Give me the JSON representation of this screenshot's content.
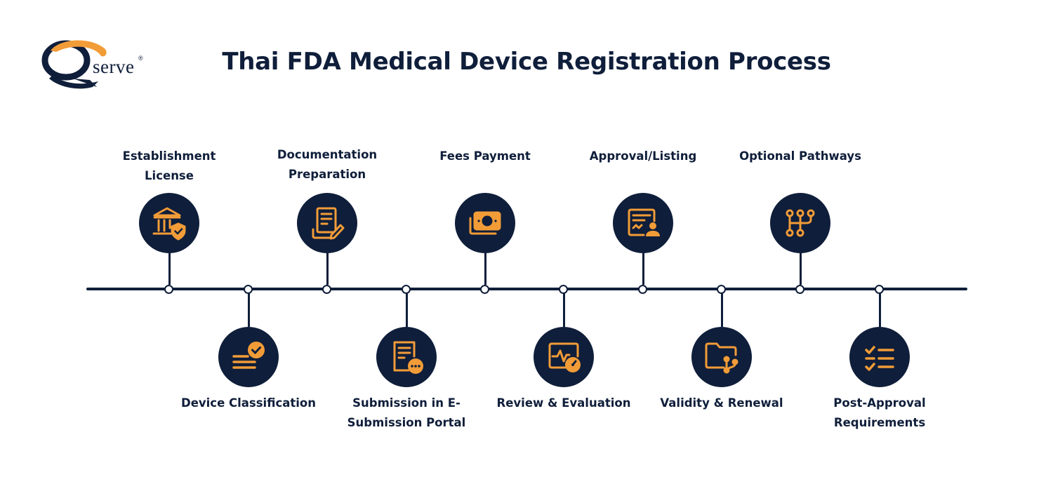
{
  "brand": {
    "name": "serve",
    "registered": "®",
    "colors": {
      "navy": "#0f1e3a",
      "orange": "#f29c38"
    }
  },
  "title": "Thai FDA Medical Device Registration Process",
  "steps": [
    {
      "label": "Establishment\nLicense",
      "icon": "bank-shield-icon",
      "position": "top"
    },
    {
      "label": "Device Classification",
      "icon": "list-check-icon",
      "position": "bottom"
    },
    {
      "label": "Documentation\nPreparation",
      "icon": "document-pen-icon",
      "position": "top"
    },
    {
      "label": "Submission in E-\nSubmission Portal",
      "icon": "document-dots-icon",
      "position": "bottom"
    },
    {
      "label": "Fees Payment",
      "icon": "money-bill-icon",
      "position": "top"
    },
    {
      "label": "Review & Evaluation",
      "icon": "monitor-chart-icon",
      "position": "bottom"
    },
    {
      "label": "Approval/Listing",
      "icon": "document-user-icon",
      "position": "top"
    },
    {
      "label": "Validity & Renewal",
      "icon": "folder-branch-icon",
      "position": "bottom"
    },
    {
      "label": "Optional Pathways",
      "icon": "branching-paths-icon",
      "position": "top"
    },
    {
      "label": "Post-Approval\nRequirements",
      "icon": "checklist-icon",
      "position": "bottom"
    }
  ]
}
